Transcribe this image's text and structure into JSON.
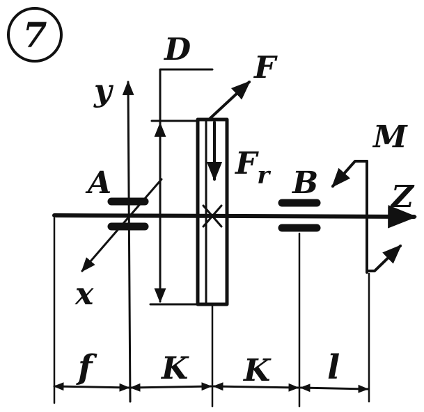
{
  "problem_number": "7",
  "labels": {
    "diameter": "D",
    "force": "F",
    "radial_force": "F",
    "radial_force_subscript": "r",
    "bearing_a": "A",
    "bearing_b": "B",
    "moment": "M",
    "axis_x": "x",
    "axis_y": "y",
    "axis_z": "Z"
  },
  "dimensions": {
    "span_1": "f",
    "span_2": "K",
    "span_3": "K",
    "span_4": "l"
  }
}
